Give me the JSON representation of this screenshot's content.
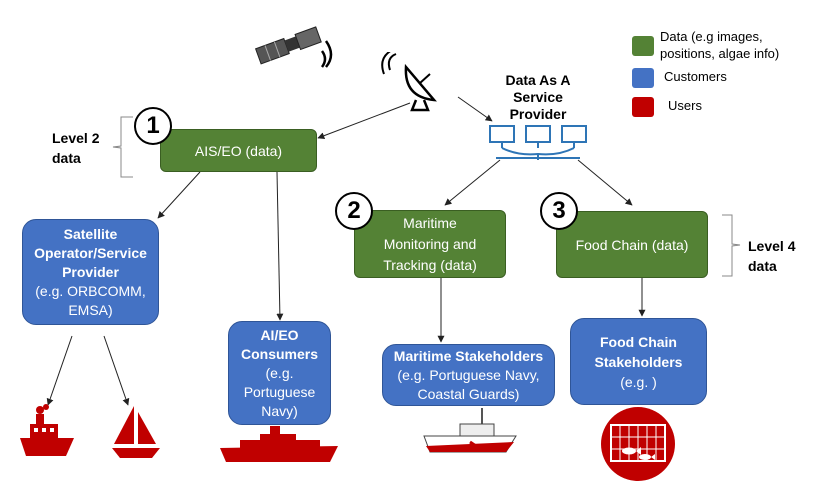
{
  "legend": {
    "items": [
      {
        "label_line1": "Data (e.g images,",
        "label_line2": "positions, algae info)",
        "color": "#548235"
      },
      {
        "label_line1": "Customers",
        "label_line2": "",
        "color": "#4472C4"
      },
      {
        "label_line1": "Users",
        "label_line2": "",
        "color": "#C00000"
      }
    ]
  },
  "daas": {
    "line1": "Data As A",
    "line2": "Service",
    "line3": "Provider"
  },
  "steps": {
    "one": "1",
    "two": "2",
    "three": "3"
  },
  "levels": {
    "level2": {
      "line1": "Level 2",
      "line2": "data"
    },
    "level4": {
      "line1": "Level 4",
      "line2": "data"
    }
  },
  "data_boxes": {
    "ais": "AIS/EO (data)",
    "maritime": {
      "line1": "Maritime",
      "line2": "Monitoring and",
      "line3": "Tracking (data)"
    },
    "food": "Food Chain (data)"
  },
  "customer_boxes": {
    "satellite": {
      "line1": "Satellite",
      "line2": "Operator/Service",
      "line3": "Provider",
      "line4": "(e.g. ORBCOMM,",
      "line5": "EMSA)"
    },
    "aieo": {
      "line1": "AI/EO",
      "line2": "Consumers",
      "line3": "(e.g.",
      "line4": "Portuguese",
      "line5": "Navy)"
    },
    "maritime_stake": {
      "line1": "Maritime Stakeholders",
      "line2": "(e.g. Portuguese Navy,",
      "line3": "Coastal Guards)"
    },
    "food_stake": {
      "line1": "Food Chain",
      "line2": "Stakeholders",
      "line3": "(e.g. )"
    }
  },
  "colors": {
    "data": "#548235",
    "customer": "#4472C4",
    "user": "#C00000",
    "computer": "#2E75B6"
  },
  "icons": [
    "satellite-icon",
    "satellite-dish-icon",
    "computer-network-icon",
    "tugboat-icon",
    "sailboat-icon",
    "navy-ship-icon",
    "coast-guard-boat-icon",
    "fish-farm-icon"
  ]
}
